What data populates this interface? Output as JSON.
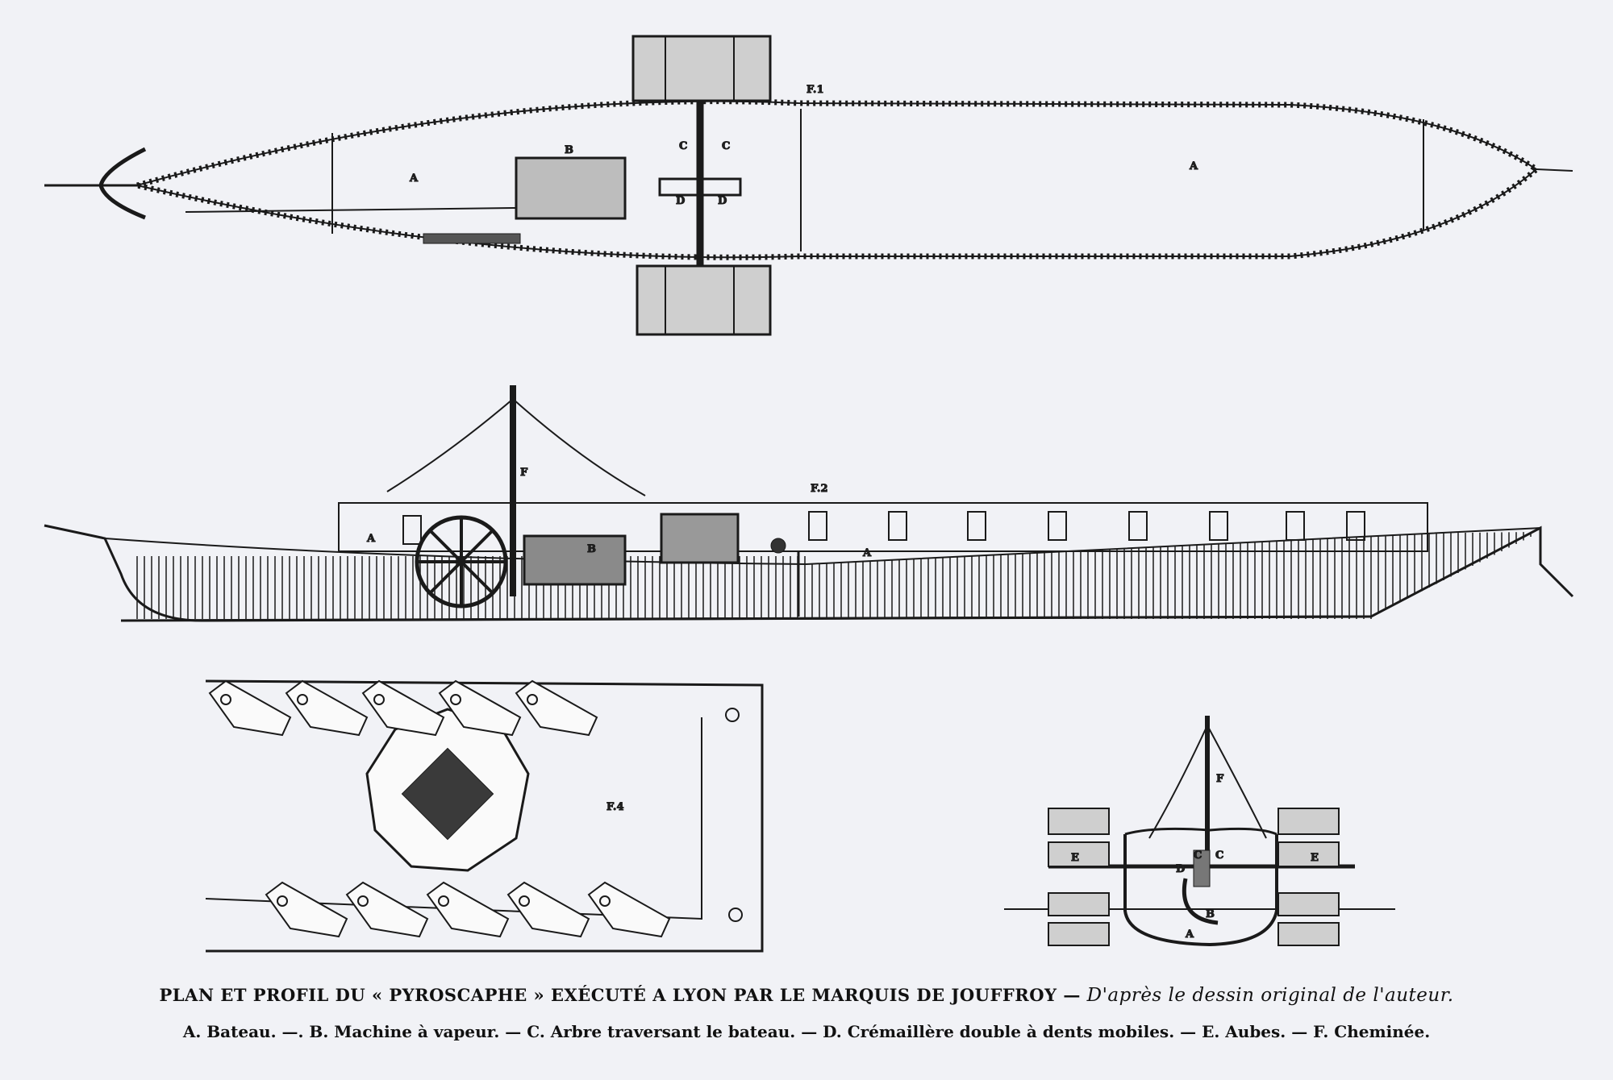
{
  "figure_labels": {
    "plan": "F.1",
    "profile": "F.2",
    "detail": "F.4"
  },
  "part_labels": {
    "a": "A",
    "b": "B",
    "c": "C",
    "d": "D",
    "e": "E",
    "f": "F"
  },
  "caption": {
    "title": "PLAN ET PROFIL DU « PYROSCAPHE » EXÉCUTÉ A LYON PAR LE MARQUIS DE JOUFFROY",
    "dash": "—",
    "credit": "D'après le dessin original de l'auteur.",
    "legend": "A. Bateau. —. B. Machine à vapeur. — C. Arbre traversant le bateau. — D. Crémaillère double à dents mobiles. — E. Aubes. — F. Cheminée."
  }
}
